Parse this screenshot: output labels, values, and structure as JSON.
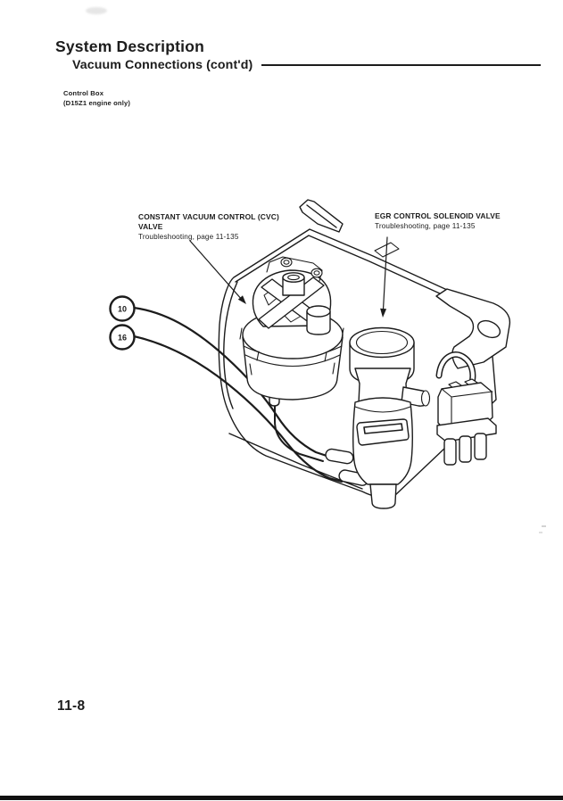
{
  "page": {
    "title": "System Description",
    "subtitle": "Vacuum Connections (cont'd)",
    "control_box_line1": "Control Box",
    "control_box_line2": "(D15Z1 engine only)",
    "page_number": "11-8",
    "ink_color": "#1c1c1c",
    "paper_color": "#ffffff"
  },
  "diagram": {
    "callouts": {
      "cvc": {
        "line1": "CONSTANT VACUUM CONTROL (CVC)",
        "line2": "VALVE",
        "line3": "Troubleshooting, page 11-135"
      },
      "egr": {
        "line1": "EGR CONTROL SOLENOID VALVE",
        "line2": "Troubleshooting, page 11-135"
      }
    },
    "hose_refs": {
      "ref1": "10",
      "ref2": "16"
    }
  }
}
